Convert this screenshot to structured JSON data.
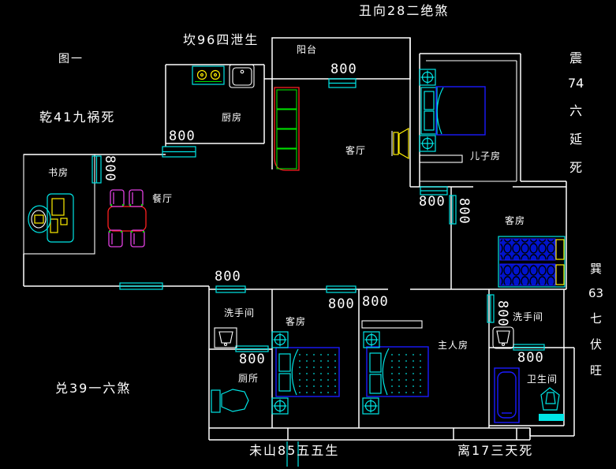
{
  "colors": {
    "background": "#000000",
    "wall": "#ffffff",
    "window": "#00e5e5",
    "bed": "#1a1aff",
    "red": "#ff2020",
    "green": "#00e000",
    "yellow": "#ffee00",
    "magenta": "#e040e0",
    "text": "#ffffff"
  },
  "annotations": {
    "top": "丑向28二绝煞",
    "top_left": "坎96四泄生",
    "figure": "图一",
    "left": "乾41九祸死",
    "right_top": [
      "震",
      "74",
      "六",
      "延",
      "死"
    ],
    "right_mid": [
      "巽",
      "63",
      "七",
      "伏",
      "旺"
    ],
    "bottom_left": "兑39一六煞",
    "bottom_center": "未山85五五生",
    "bottom_right": "离17三天死"
  },
  "rooms": {
    "balcony": "阳台",
    "kitchen": "厨房",
    "living_room": "客厅",
    "son_room": "儿子房",
    "study": "书房",
    "dining": "餐厅",
    "guest_room_right": "客房",
    "washroom_left": "洗手间",
    "toilet_room": "厕所",
    "guest_room_bottom": "客房",
    "master_room": "主人房",
    "washroom_right": "洗手间",
    "bathroom": "卫生间"
  },
  "dimension_label": "800"
}
